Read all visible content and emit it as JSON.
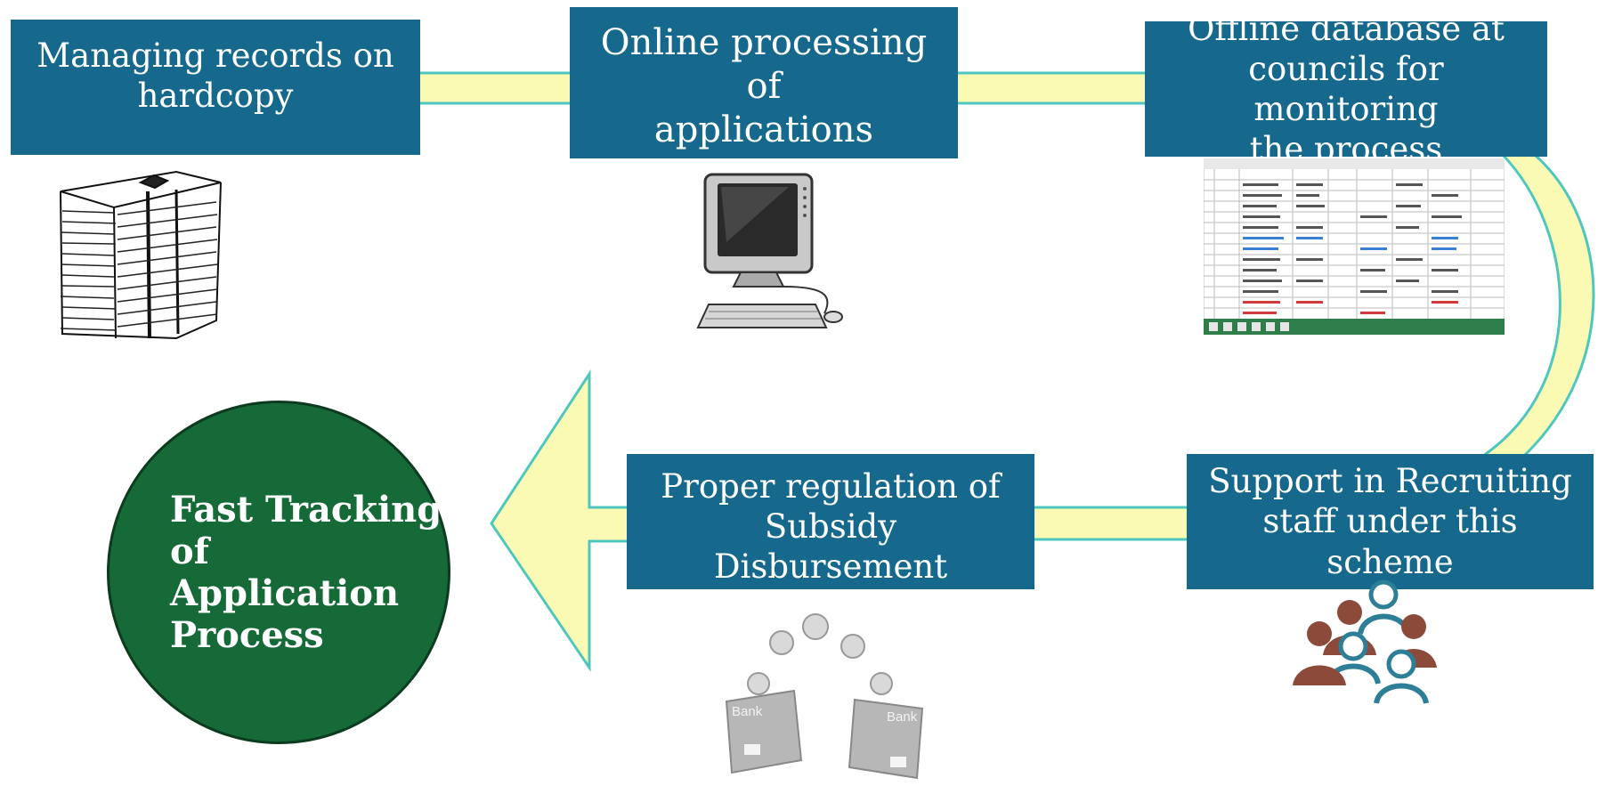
{
  "steps": {
    "step1": "Managing records on\nhardcopy",
    "step2": "Online processing of\napplications",
    "step3": "Offline database at\ncouncils for monitoring\nthe process",
    "step4": "Proper regulation of\nSubsidy Disbursement",
    "step5": "Support in Recruiting\nstaff under this scheme"
  },
  "goal": "Fast Tracking\nof Application\nProcess",
  "illustrations": {
    "papers": "paper-stack-icon",
    "computer": "computer-icon",
    "spreadsheet": "spreadsheet-icon",
    "coins": "bank-cards-coins-icon",
    "people": "people-group-icon"
  },
  "bank_label": "Bank",
  "colors": {
    "box": "#16698c",
    "goal": "#166a38",
    "connector_fill": "#fafab4",
    "connector_stroke": "#4fc7bf",
    "people_brown": "#8b4a3a",
    "people_teal": "#2d7f97"
  }
}
